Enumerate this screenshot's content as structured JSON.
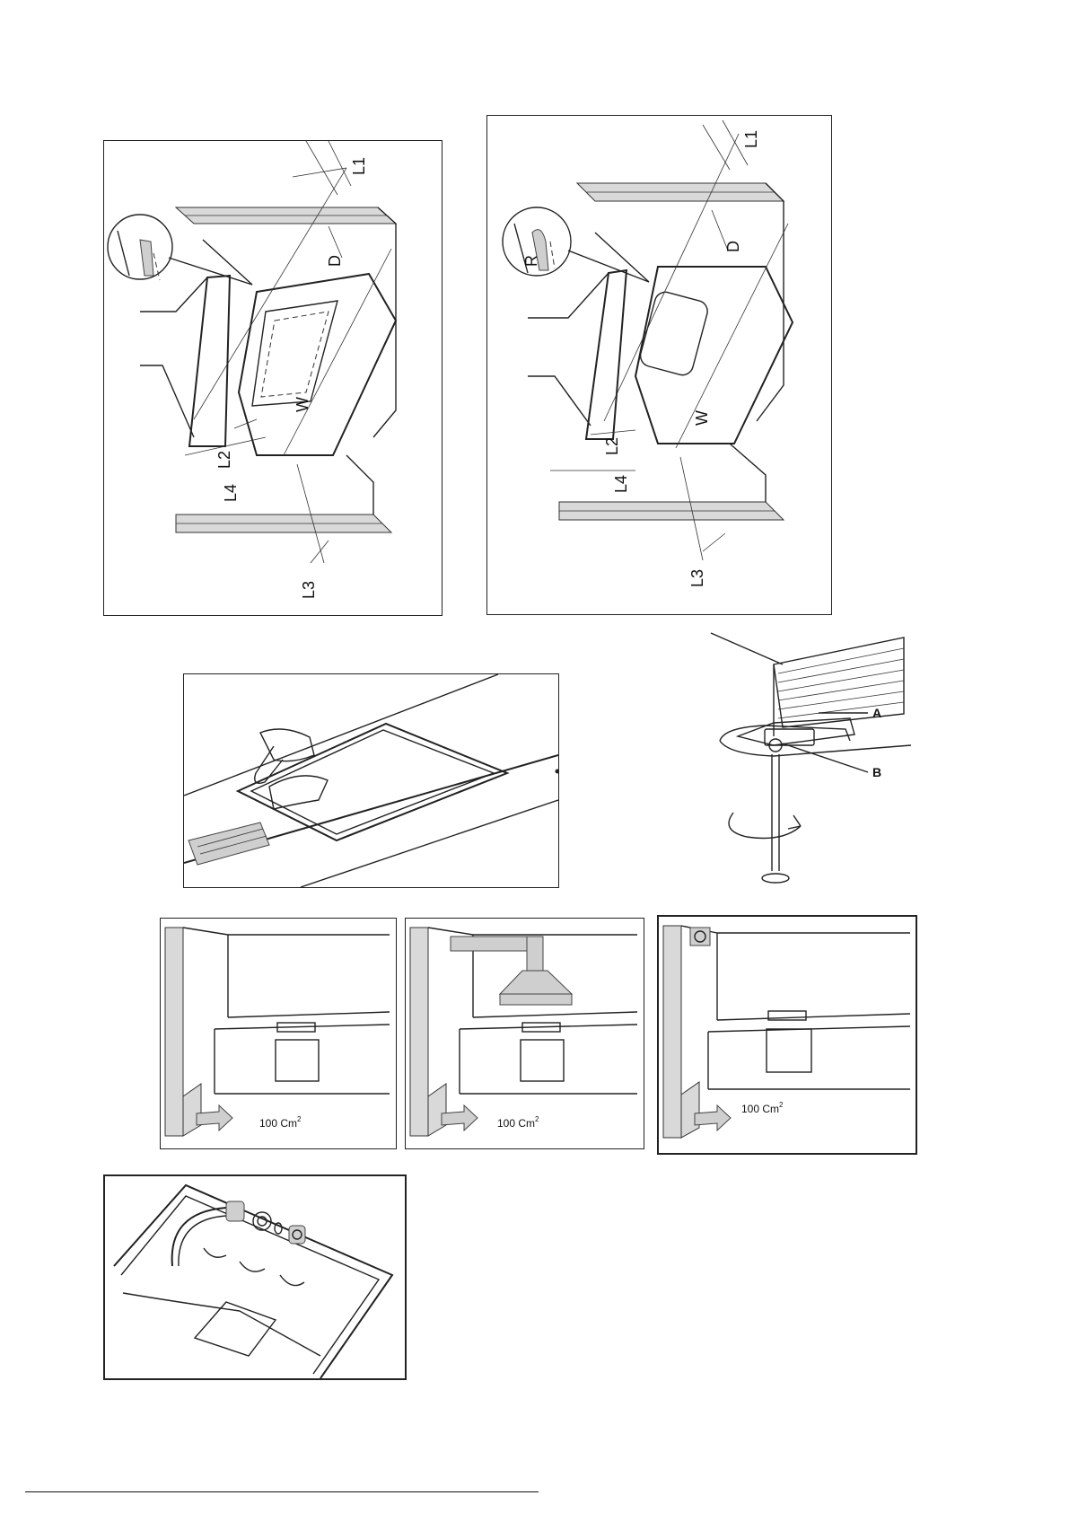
{
  "cutout_diagram_a": {
    "labels": {
      "l1": "L1",
      "d": "D",
      "w": "W",
      "l2": "L2",
      "l4": "L4",
      "l3": "L3"
    }
  },
  "cutout_diagram_b": {
    "labels": {
      "l1": "L1",
      "d": "D",
      "r": "R",
      "w": "W",
      "l2": "L2",
      "l4": "L4",
      "l3": "L3"
    }
  },
  "clamp_diagram": {
    "labels": {
      "a": "A",
      "b": "B"
    }
  },
  "ventilation_panels": [
    {
      "area_text": "100 Cm",
      "superscript": "2"
    },
    {
      "area_text": "100 Cm",
      "superscript": "2"
    },
    {
      "area_text": "100 Cm",
      "superscript": "2"
    }
  ]
}
